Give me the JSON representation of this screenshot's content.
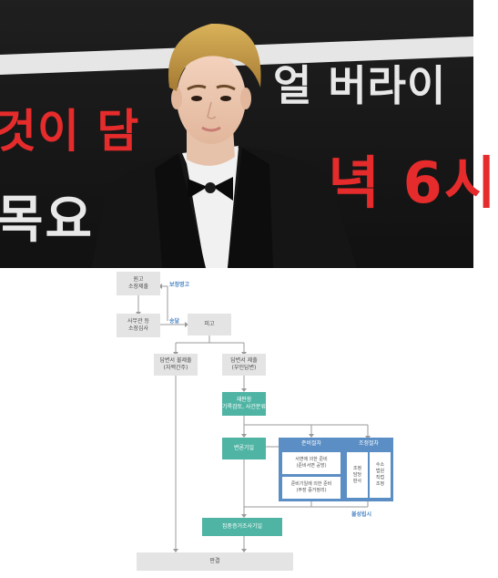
{
  "banner": {
    "line1": "얼 버라이",
    "line2a": "것이 담",
    "line2b": "얼 버라이",
    "line3": "녁 6시",
    "line4": "목요"
  },
  "flow": {
    "complaint": [
      "원고",
      "소장제출"
    ],
    "review": [
      "사무관 등",
      "소장심사"
    ],
    "defendant": "피고",
    "no_answer": [
      "답변서 불제출",
      "(자백간주)"
    ],
    "answer": [
      "답변서 제출",
      "(부인답변)"
    ],
    "judge": [
      "재판장",
      "기록검토, 사건분류"
    ],
    "hearing": "변론기일",
    "prep": {
      "title": "준비절차",
      "item1": [
        "서면에 의한 준비",
        "(준비서면 공방)"
      ],
      "item2": [
        "준비기일에 의한 준비",
        "(주장 증거정리)"
      ]
    },
    "mediation": {
      "title": "조정절차",
      "col1": [
        "조정",
        "담당",
        "판사"
      ],
      "col2": [
        "수소",
        "법원",
        "직접",
        "조정"
      ]
    },
    "fail_label": "불성립시",
    "intensive": "집중증거조사기일",
    "verdict": "판결",
    "order_label": "보정명고",
    "service_label": "송달"
  },
  "colors": {
    "teal": "#4fb4a4",
    "blue": "#5b8ec4",
    "gray": "#e4e4e4",
    "label_blue": "#4a86c6"
  }
}
